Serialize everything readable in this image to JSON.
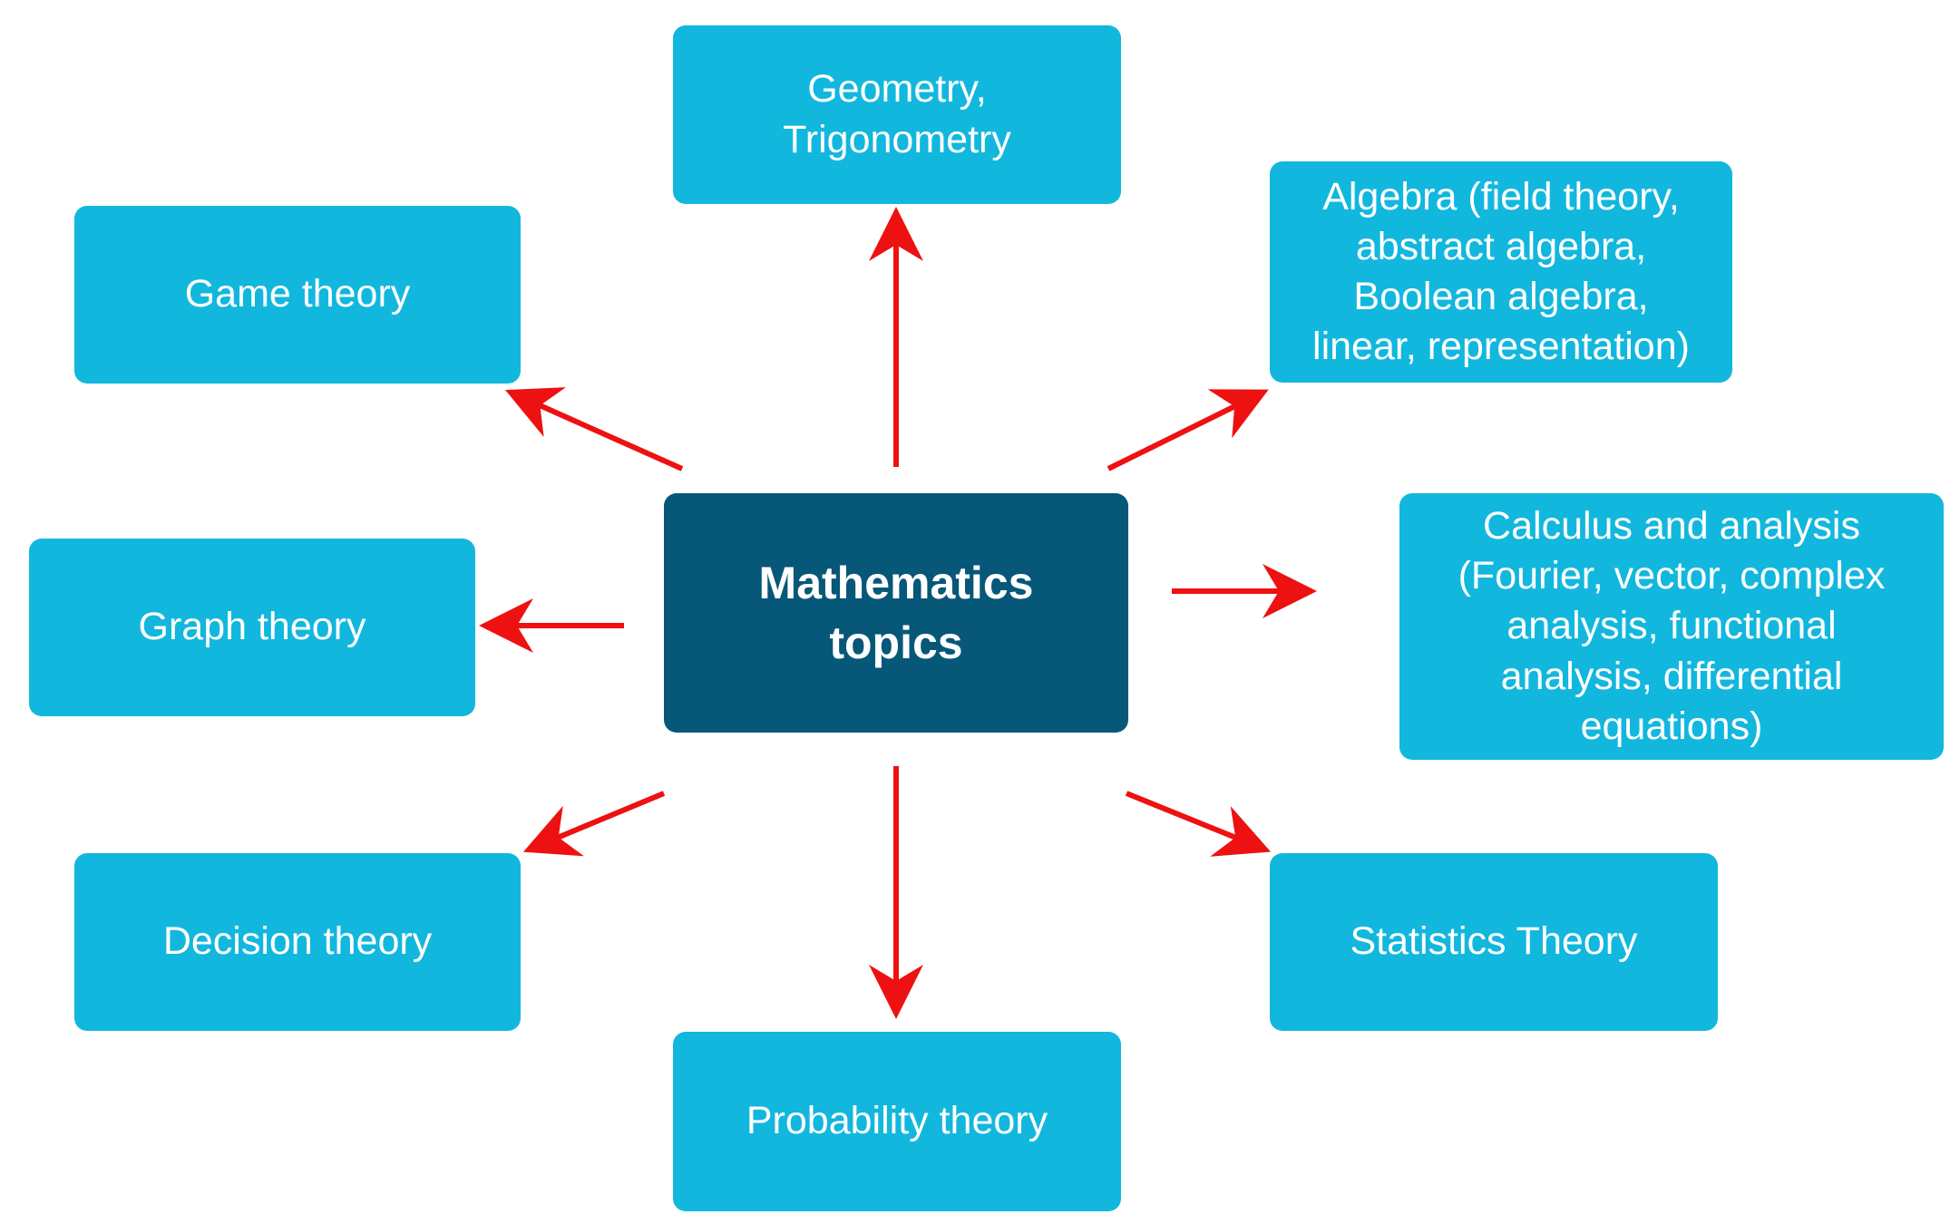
{
  "center": {
    "label": "Mathematics\ntopics"
  },
  "nodes": {
    "geometry": "Geometry,\nTrigonometry",
    "algebra": "Algebra (field theory,\nabstract algebra,\nBoolean algebra,\nlinear, representation)",
    "game": "Game theory",
    "graph": "Graph theory",
    "calculus": "Calculus and analysis\n(Fourier, vector, complex\nanalysis, functional\nanalysis, differential\nequations)",
    "decision": "Decision theory",
    "statistics": "Statistics Theory",
    "probability": "Probability theory"
  },
  "colors": {
    "topic_fill": "#12b7de",
    "center_fill": "#075779",
    "arrow": "#ee1111",
    "text": "#ffffff"
  }
}
